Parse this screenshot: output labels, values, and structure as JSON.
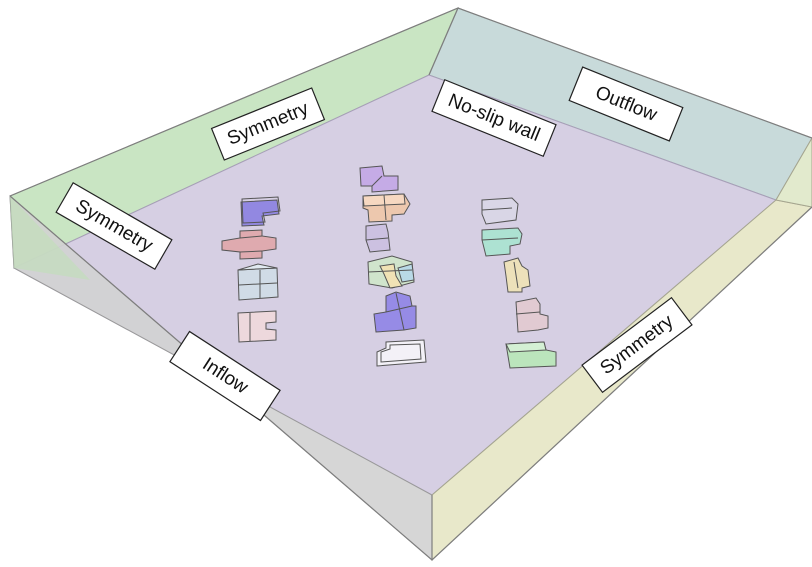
{
  "diagram": {
    "labels": {
      "symmetry_top": "Symmetry",
      "symmetry_left": "Symmetry",
      "symmetry_right": "Symmetry",
      "inflow": "Inflow",
      "outflow": "Outflow",
      "no_slip_wall": "No-slip wall"
    },
    "colors": {
      "floor": "#d6cfe3",
      "symmetry_faces": "#bfe0b8",
      "outflow_face": "#c2d6d6",
      "inflow_face": "#d2d2d2",
      "symmetry_right_face": "#e6e6c4"
    },
    "building_columns": [
      {
        "column": "left",
        "colors": [
          "#8b7fe0",
          "#e0a5a8",
          "#cfdbe6",
          "#f0d8da"
        ]
      },
      {
        "column": "middle",
        "colors": [
          "#c3a6e6",
          "#f0c6a7",
          "#cbbfe0",
          "#cfe5c9",
          "#8f83e6",
          "#ffffff"
        ]
      },
      {
        "column": "right",
        "colors": [
          "#d9d6e6",
          "#a8e3cf",
          "#f0e2b5",
          "#e2c9cf",
          "#b9e6b9"
        ]
      }
    ]
  }
}
